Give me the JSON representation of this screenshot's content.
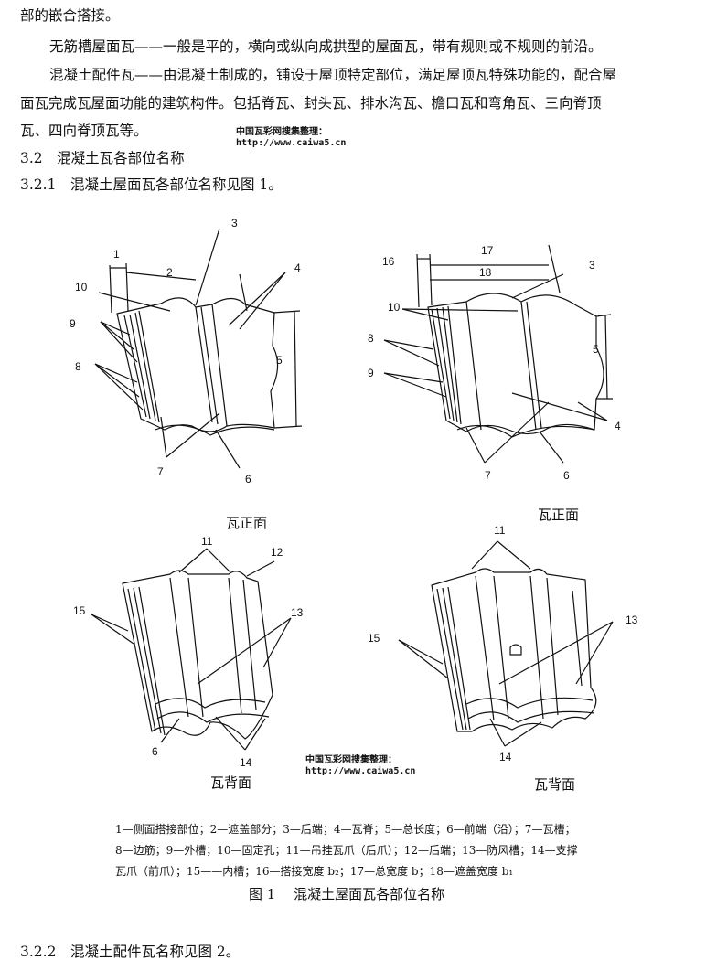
{
  "text": {
    "line1": "部的嵌合搭接。",
    "line2": "无筋槽屋面瓦——一般是平的，横向或纵向成拱型的屋面瓦，带有规则或不规则的前沿。",
    "line3": "混凝土配件瓦——由混凝土制成的，铺设于屋顶特定部位，满足屋顶瓦特殊功能的，配合屋",
    "line4": "面瓦完成瓦屋面功能的建筑构件。包括脊瓦、封头瓦、排水沟瓦、檐口瓦和弯角瓦、三向脊顶",
    "line5": "瓦、四向脊顶瓦等。",
    "sec32": "3.2　混凝土瓦各部位名称",
    "sec321": "3.2.1　混凝土屋面瓦各部位名称见图 1。",
    "sec322": "3.2.2　混凝土配件瓦名称见图 2。"
  },
  "watermark": {
    "title": "中国瓦彩网搜集整理：",
    "url": "http://www.caiwa5.cn"
  },
  "figure": {
    "label_front": "瓦正面",
    "label_back": "瓦背面",
    "callouts_tl": [
      "1",
      "2",
      "3",
      "4",
      "10",
      "9",
      "8",
      "5",
      "7",
      "6"
    ],
    "callouts_tr": [
      "16",
      "17",
      "18",
      "3",
      "10",
      "8",
      "9",
      "5",
      "4",
      "7",
      "6"
    ],
    "callouts_bl": [
      "11",
      "12",
      "15",
      "13",
      "6",
      "14"
    ],
    "callouts_br": [
      "11",
      "13",
      "15",
      "14"
    ],
    "caption_line1": "1—侧面搭接部位；2—遮盖部分；3—后端；4—瓦脊；5—总长度；6—前端（沿）；7—瓦槽；",
    "caption_line2": "8—边筋；9—外槽；10—固定孔；11—吊挂瓦爪（后爪）；12—后端；13—防风槽；14—支撑",
    "caption_line3": "瓦爪（前爪）；15——内槽；16—搭接宽度 b₂；17—总宽度 b；18—遮盖宽度 b₁",
    "title": "图 1　 混凝土屋面瓦各部位名称"
  }
}
